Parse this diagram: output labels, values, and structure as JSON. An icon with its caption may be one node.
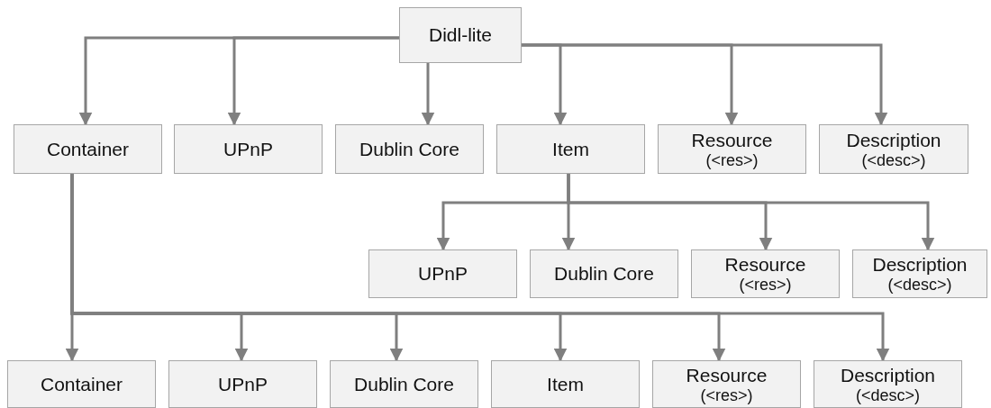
{
  "diagram": {
    "nodes": [
      {
        "text": [
          "Didl-lite"
        ]
      },
      {
        "text": [
          "Container"
        ]
      },
      {
        "text": [
          "UPnP"
        ]
      },
      {
        "text": [
          "Dublin Core"
        ]
      },
      {
        "text": [
          "Item"
        ]
      },
      {
        "text": [
          "Resource",
          "(<res>)"
        ]
      },
      {
        "text": [
          "Description",
          "(<desc>)"
        ]
      },
      {
        "text": [
          "UPnP"
        ]
      },
      {
        "text": [
          "Dublin Core"
        ]
      },
      {
        "text": [
          "Resource",
          "(<res>)"
        ]
      },
      {
        "text": [
          "Description",
          "(<desc>)"
        ]
      },
      {
        "text": [
          "Container"
        ]
      },
      {
        "text": [
          "UPnP"
        ]
      },
      {
        "text": [
          "Dublin Core"
        ]
      },
      {
        "text": [
          "Item"
        ]
      },
      {
        "text": [
          "Resource",
          "(<res>)"
        ]
      },
      {
        "text": [
          "Description",
          "(<desc>)"
        ]
      }
    ],
    "edges": [
      {
        "from": 0,
        "to": 1,
        "arrow": "to"
      },
      {
        "from": 0,
        "to": 2,
        "arrow": "to"
      },
      {
        "from": 0,
        "to": 3,
        "arrow": "to"
      },
      {
        "from": 0,
        "to": 4,
        "arrow": "to"
      },
      {
        "from": 0,
        "to": 5,
        "arrow": "to"
      },
      {
        "from": 0,
        "to": 6,
        "arrow": "to"
      },
      {
        "from": 4,
        "to": 7,
        "arrow": "to"
      },
      {
        "from": 4,
        "to": 8,
        "arrow": "to"
      },
      {
        "from": 4,
        "to": 9,
        "arrow": "to"
      },
      {
        "from": 4,
        "to": 10,
        "arrow": "to"
      },
      {
        "from": 1,
        "to": 11,
        "arrow": "to"
      },
      {
        "from": 1,
        "to": 12,
        "arrow": "to"
      },
      {
        "from": 1,
        "to": 13,
        "arrow": "to"
      },
      {
        "from": 1,
        "to": 14,
        "arrow": "to"
      },
      {
        "from": 1,
        "to": 15,
        "arrow": "to"
      },
      {
        "from": 1,
        "to": 16,
        "arrow": "to"
      }
    ]
  }
}
